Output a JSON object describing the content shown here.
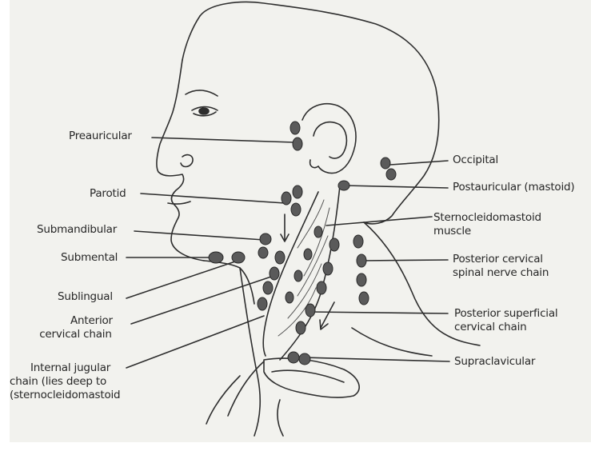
{
  "labels": {
    "preauricular": "Preauricular",
    "parotid": "Parotid",
    "submandibular": "Submandibular",
    "submental": "Submental",
    "sublingual": "Sublingual",
    "anterior_cervical": [
      "Anterior",
      "cervical chain"
    ],
    "internal_jugular": [
      "Internal jugular",
      "chain (lies deep to",
      "sternocleidomastoid)"
    ],
    "occipital": "Occipital",
    "postauricular": "Postauricular (mastoid)",
    "sternocleidomastoid": [
      "Sternocleidomastoid",
      "muscle"
    ],
    "posterior_cervical": [
      "Posterior cervical",
      "spinal nerve chain"
    ],
    "posterior_superficial": [
      "Posterior superficial",
      "cervical chain"
    ],
    "supraclavicular": "Supraclavicular"
  },
  "colors": {
    "ink": "#262626",
    "node_fill": "#5a5a5a",
    "paper": "#f2f2ee"
  }
}
